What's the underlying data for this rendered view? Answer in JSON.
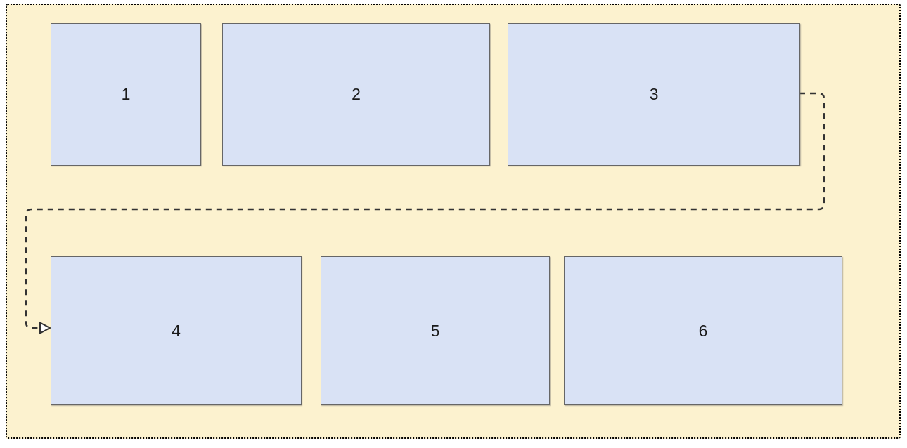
{
  "diagram": {
    "type": "flow-diagram",
    "frame": {
      "background_color": "#FCF2CF",
      "border_color": "#000000",
      "border_style": "dotted"
    },
    "node_style": {
      "fill_color": "#D9E2F5",
      "border_color": "#666666",
      "text_color": "#1a1a1a"
    },
    "nodes": [
      {
        "id": "node-1",
        "label": "1",
        "row": 1
      },
      {
        "id": "node-2",
        "label": "2",
        "row": 1
      },
      {
        "id": "node-3",
        "label": "3",
        "row": 1
      },
      {
        "id": "node-4",
        "label": "4",
        "row": 2
      },
      {
        "id": "node-5",
        "label": "5",
        "row": 2
      },
      {
        "id": "node-6",
        "label": "6",
        "row": 2
      }
    ],
    "connector": {
      "from": "3",
      "to": "4",
      "line_style": "dashed",
      "color": "#333333",
      "arrowhead": "open-triangle",
      "route": "exits right side of box 3, wraps down and left across the frame, enters left side of box 4"
    }
  }
}
